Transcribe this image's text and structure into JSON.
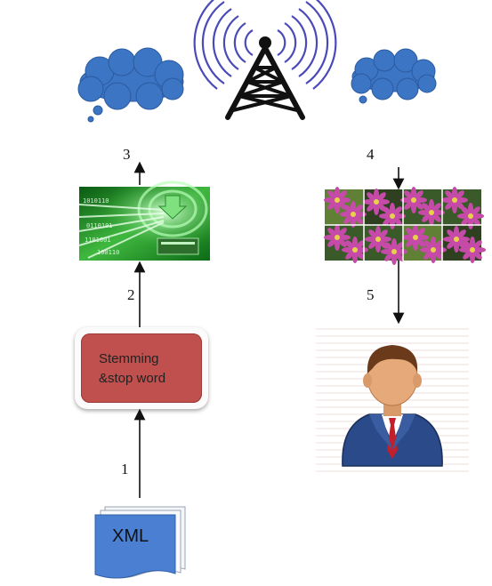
{
  "steps": {
    "s1": "1",
    "s2": "2",
    "s3": "3",
    "s4": "4",
    "s5": "5"
  },
  "process": {
    "line1": "Stemming",
    "line2": "&stop word"
  },
  "document": {
    "label": "XML"
  },
  "colors": {
    "cloud": "#3c75c4",
    "process_fill": "#c0504d",
    "doc_fill": "#4a7fd1",
    "tower": "#111111",
    "signal": "#4a4ab8"
  },
  "icons": {
    "left_cloud": "cloud-icon",
    "right_cloud": "cloud-icon",
    "tower": "antenna-tower-icon",
    "data": "data-transfer-image",
    "images": "flower-image-grid",
    "user": "user-businessman-icon",
    "doc": "xml-document-icon"
  }
}
